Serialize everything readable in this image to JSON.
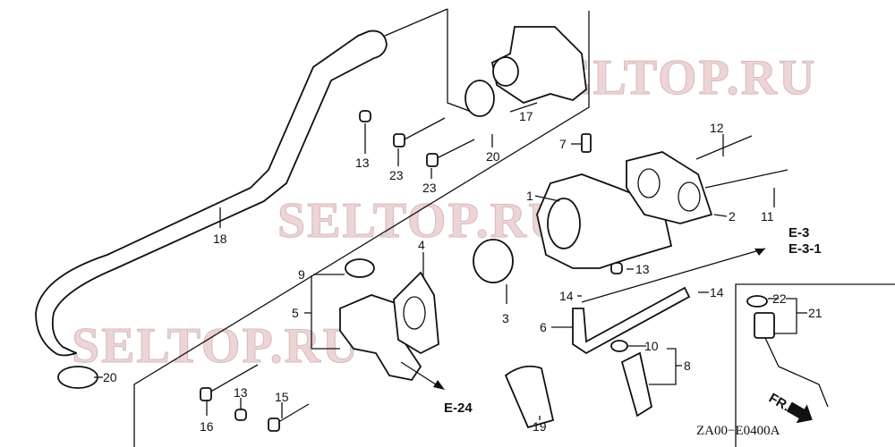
{
  "callouts": [
    "13",
    "23",
    "23",
    "20",
    "17",
    "7",
    "12",
    "1",
    "2",
    "11",
    "18",
    "4",
    "9",
    "5",
    "3",
    "14",
    "13",
    "14",
    "6",
    "10",
    "8",
    "20",
    "13",
    "15",
    "16",
    "19",
    "22",
    "21"
  ],
  "references": {
    "e3": "E-3",
    "e31": "E-3-1",
    "e24": "E-24"
  },
  "front_arrow_label": "FR.",
  "drawing_code": "ZA00−E0400A",
  "watermark": "SELTOP.RU"
}
